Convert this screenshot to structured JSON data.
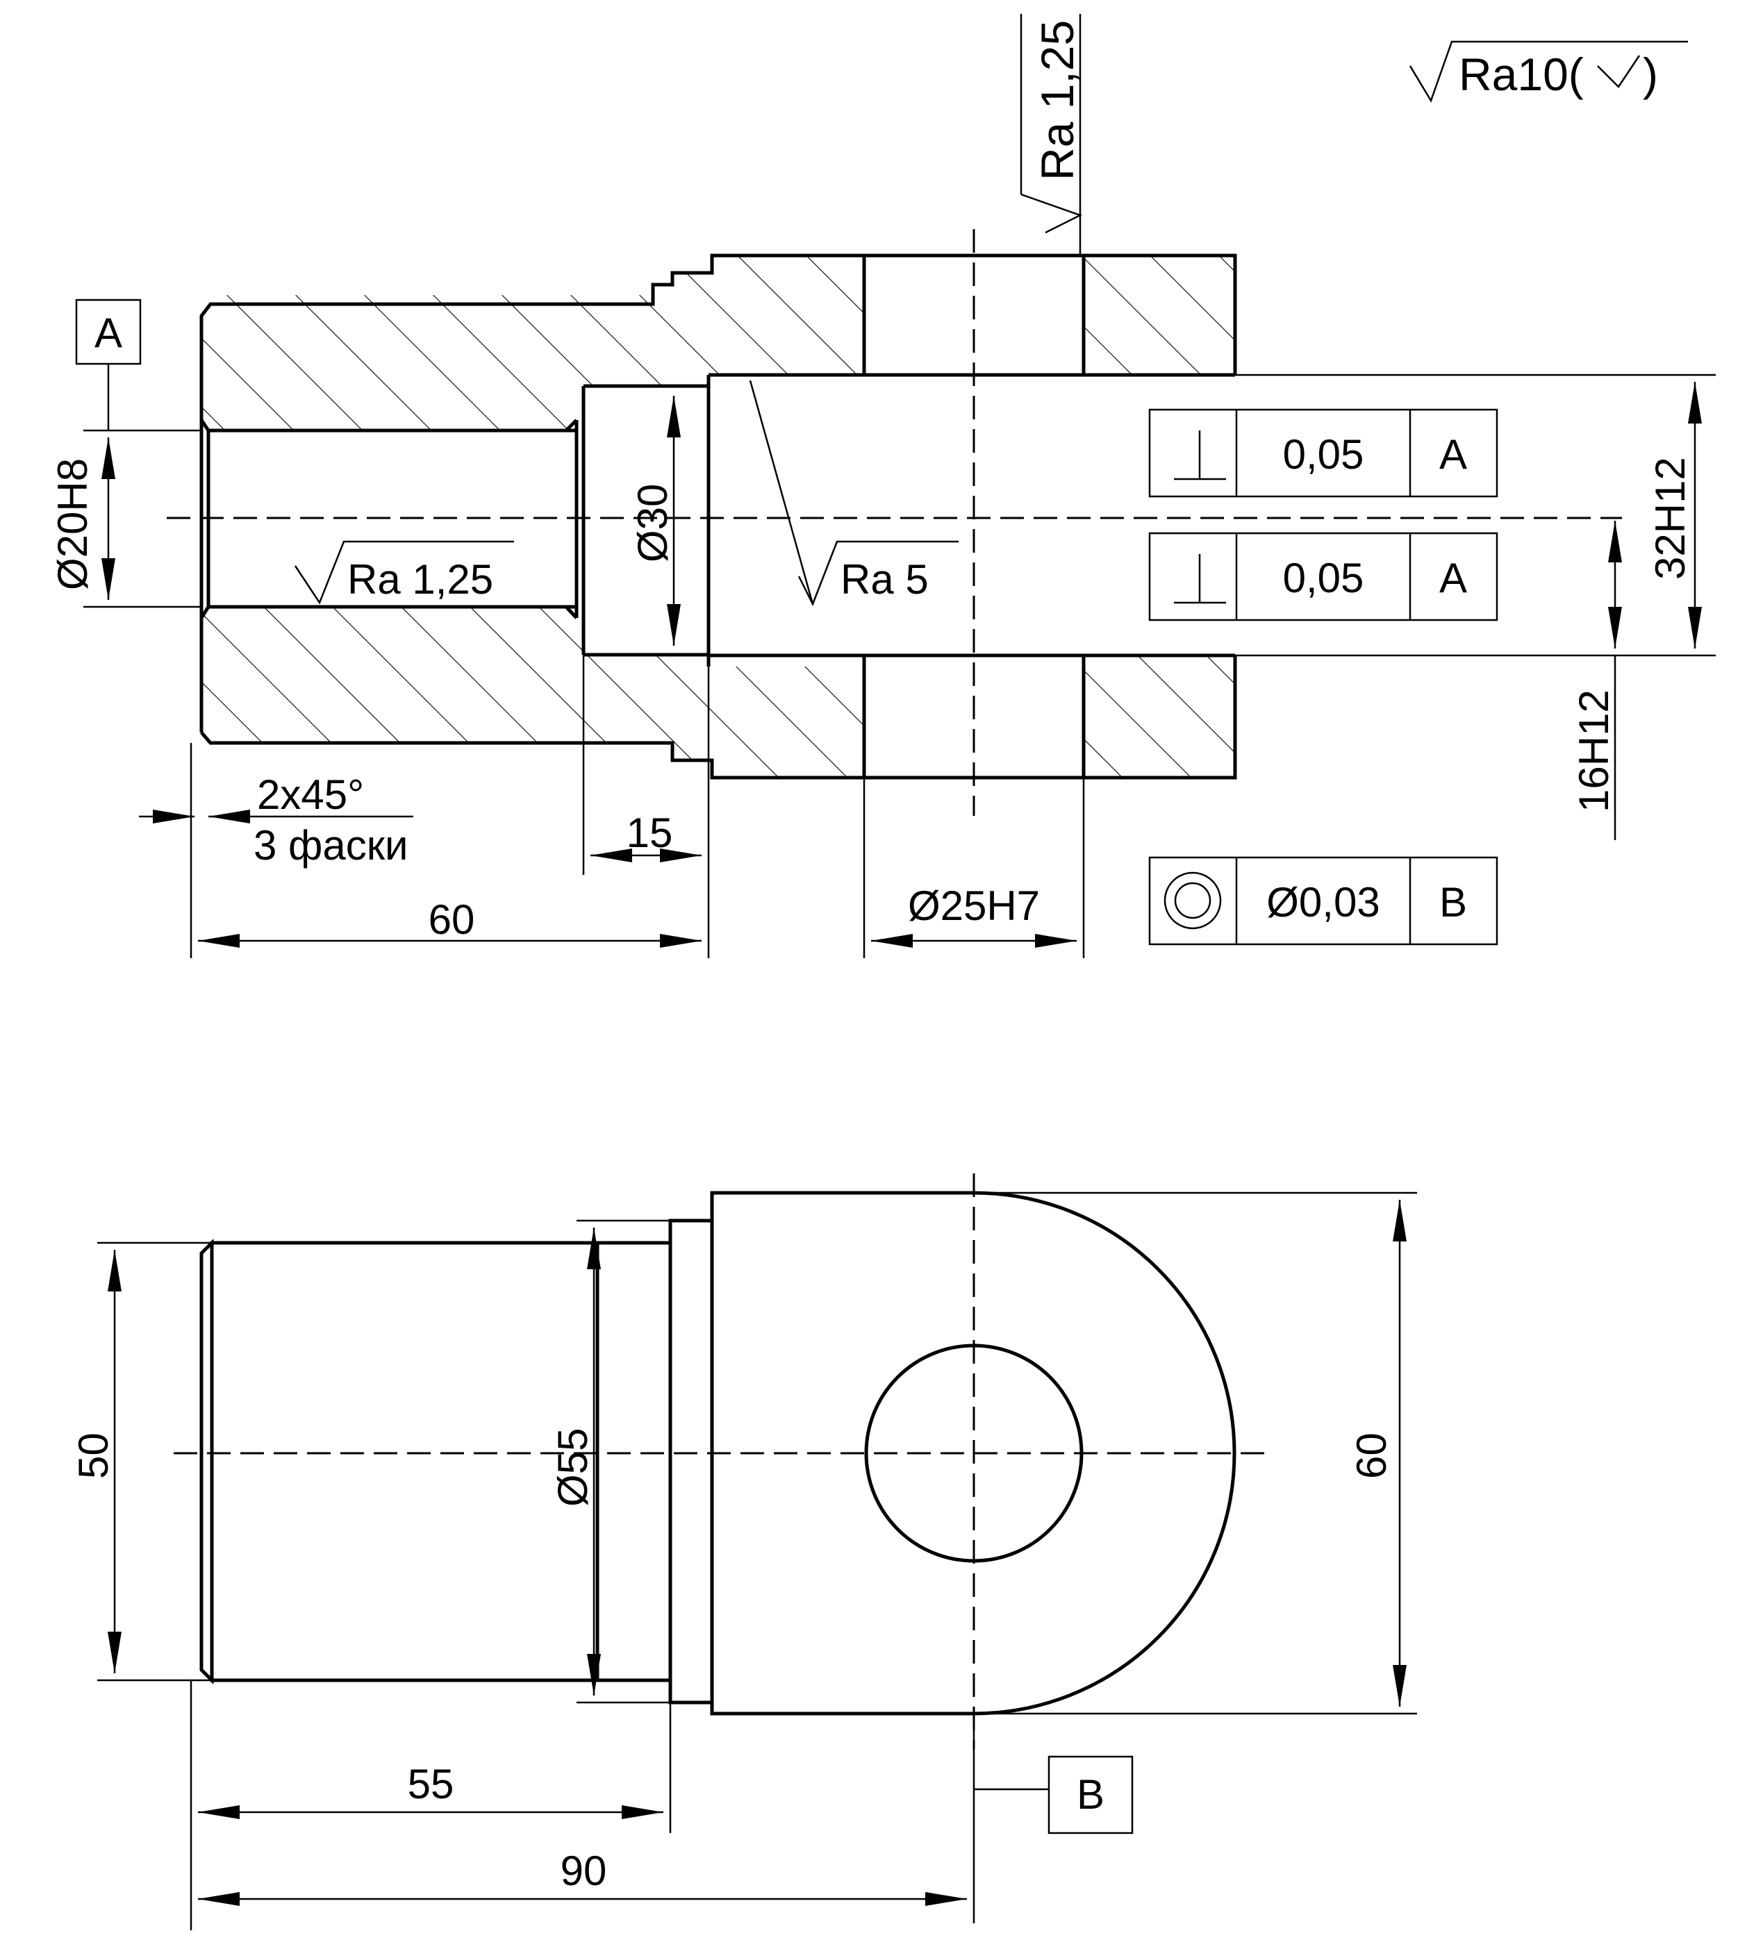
{
  "surface_finish": {
    "general": "Ra10(",
    "bore_left": "Ra 1,25",
    "bore_taper": "Ra 5",
    "cross_hole": "Ra 1,25"
  },
  "datums": {
    "a": "A",
    "b": "B"
  },
  "tolerances": [
    {
      "symbol": "perpendicularity-icon",
      "value": "0,05",
      "datum": "A"
    },
    {
      "symbol": "perpendicularity-icon",
      "value": "0,05",
      "datum": "A"
    },
    {
      "symbol": "concentricity-icon",
      "value": "Ø0,03",
      "datum": "B"
    }
  ],
  "dimensions": {
    "bore_diameter": "Ø20H8",
    "counterbore_diameter": "Ø30",
    "slot_width_outer": "32H12",
    "slot_width_inner": "16H12",
    "chamfer": "2x45°",
    "chamfer_note": "3 фаски",
    "counterbore_depth": "15",
    "length_60": "60",
    "cross_hole_diameter": "Ø25H7",
    "body_height": "50",
    "shoulder_diameter": "Ø55",
    "head_height": "60",
    "length_55": "55",
    "length_90": "90"
  }
}
